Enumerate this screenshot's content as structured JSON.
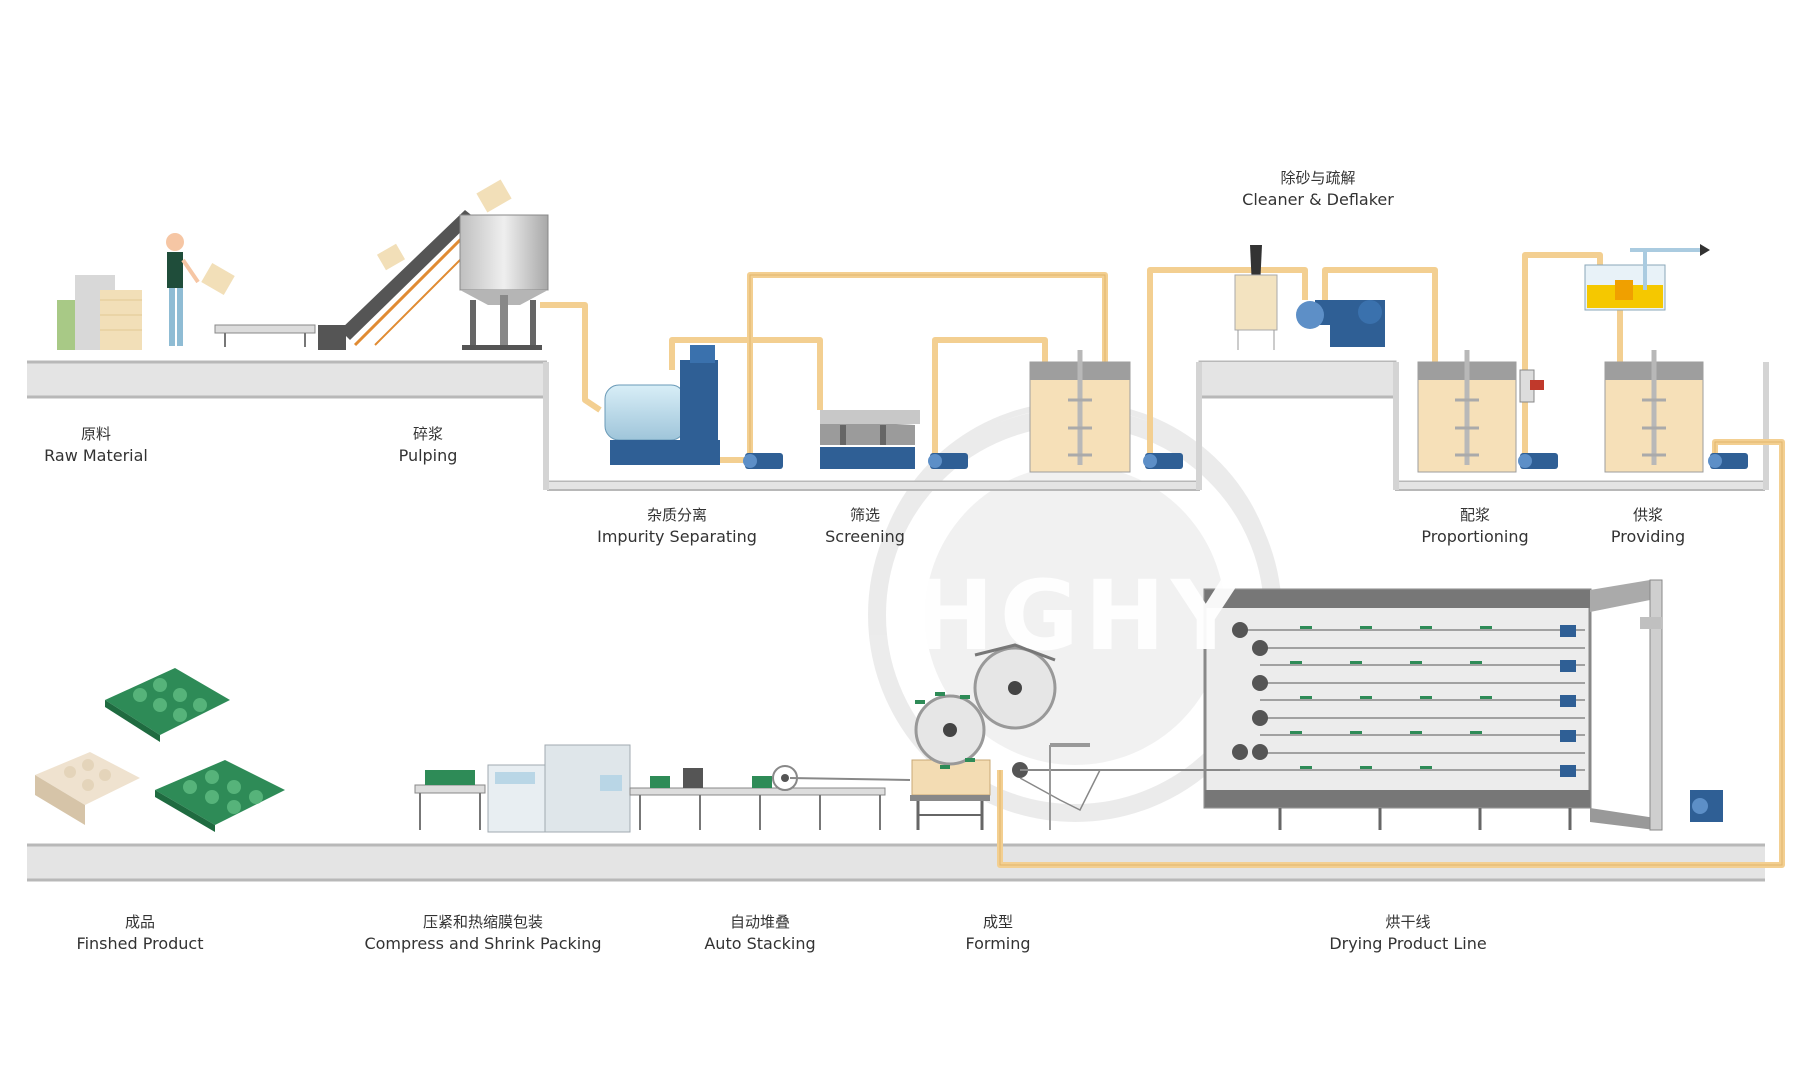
{
  "watermark": "HGHY",
  "stages": {
    "raw_material": {
      "zh": "原料",
      "en": "Raw Material"
    },
    "pulping": {
      "zh": "碎浆",
      "en": "Pulping"
    },
    "impurity_separating": {
      "zh": "杂质分离",
      "en": "Impurity Separating"
    },
    "screening": {
      "zh": "筛选",
      "en": "Screening"
    },
    "cleaner_deflaker": {
      "zh": "除砂与疏解",
      "en": "Cleaner & Deflaker"
    },
    "proportioning": {
      "zh": "配浆",
      "en": "Proportioning"
    },
    "providing": {
      "zh": "供浆",
      "en": "Providing"
    },
    "finished_product": {
      "zh": "成品",
      "en": "Finshed Product"
    },
    "packing": {
      "zh": "压紧和热缩膜包装",
      "en": "Compress and Shrink Packing"
    },
    "auto_stacking": {
      "zh": "自动堆叠",
      "en": "Auto Stacking"
    },
    "forming": {
      "zh": "成型",
      "en": "Forming"
    },
    "drying": {
      "zh": "烘干线",
      "en": "Drying Product Line"
    }
  },
  "colors": {
    "pipe": "#f3cf91",
    "pipe_dark": "#e0b46c",
    "floor": "#e4e4e4",
    "floor_edge": "#b8b8b8",
    "machine_blue": "#2f5f95",
    "tank_fill": "#f6e0b8",
    "tray_green": "#2e8b57",
    "pulp_yellow": "#f5c800"
  }
}
